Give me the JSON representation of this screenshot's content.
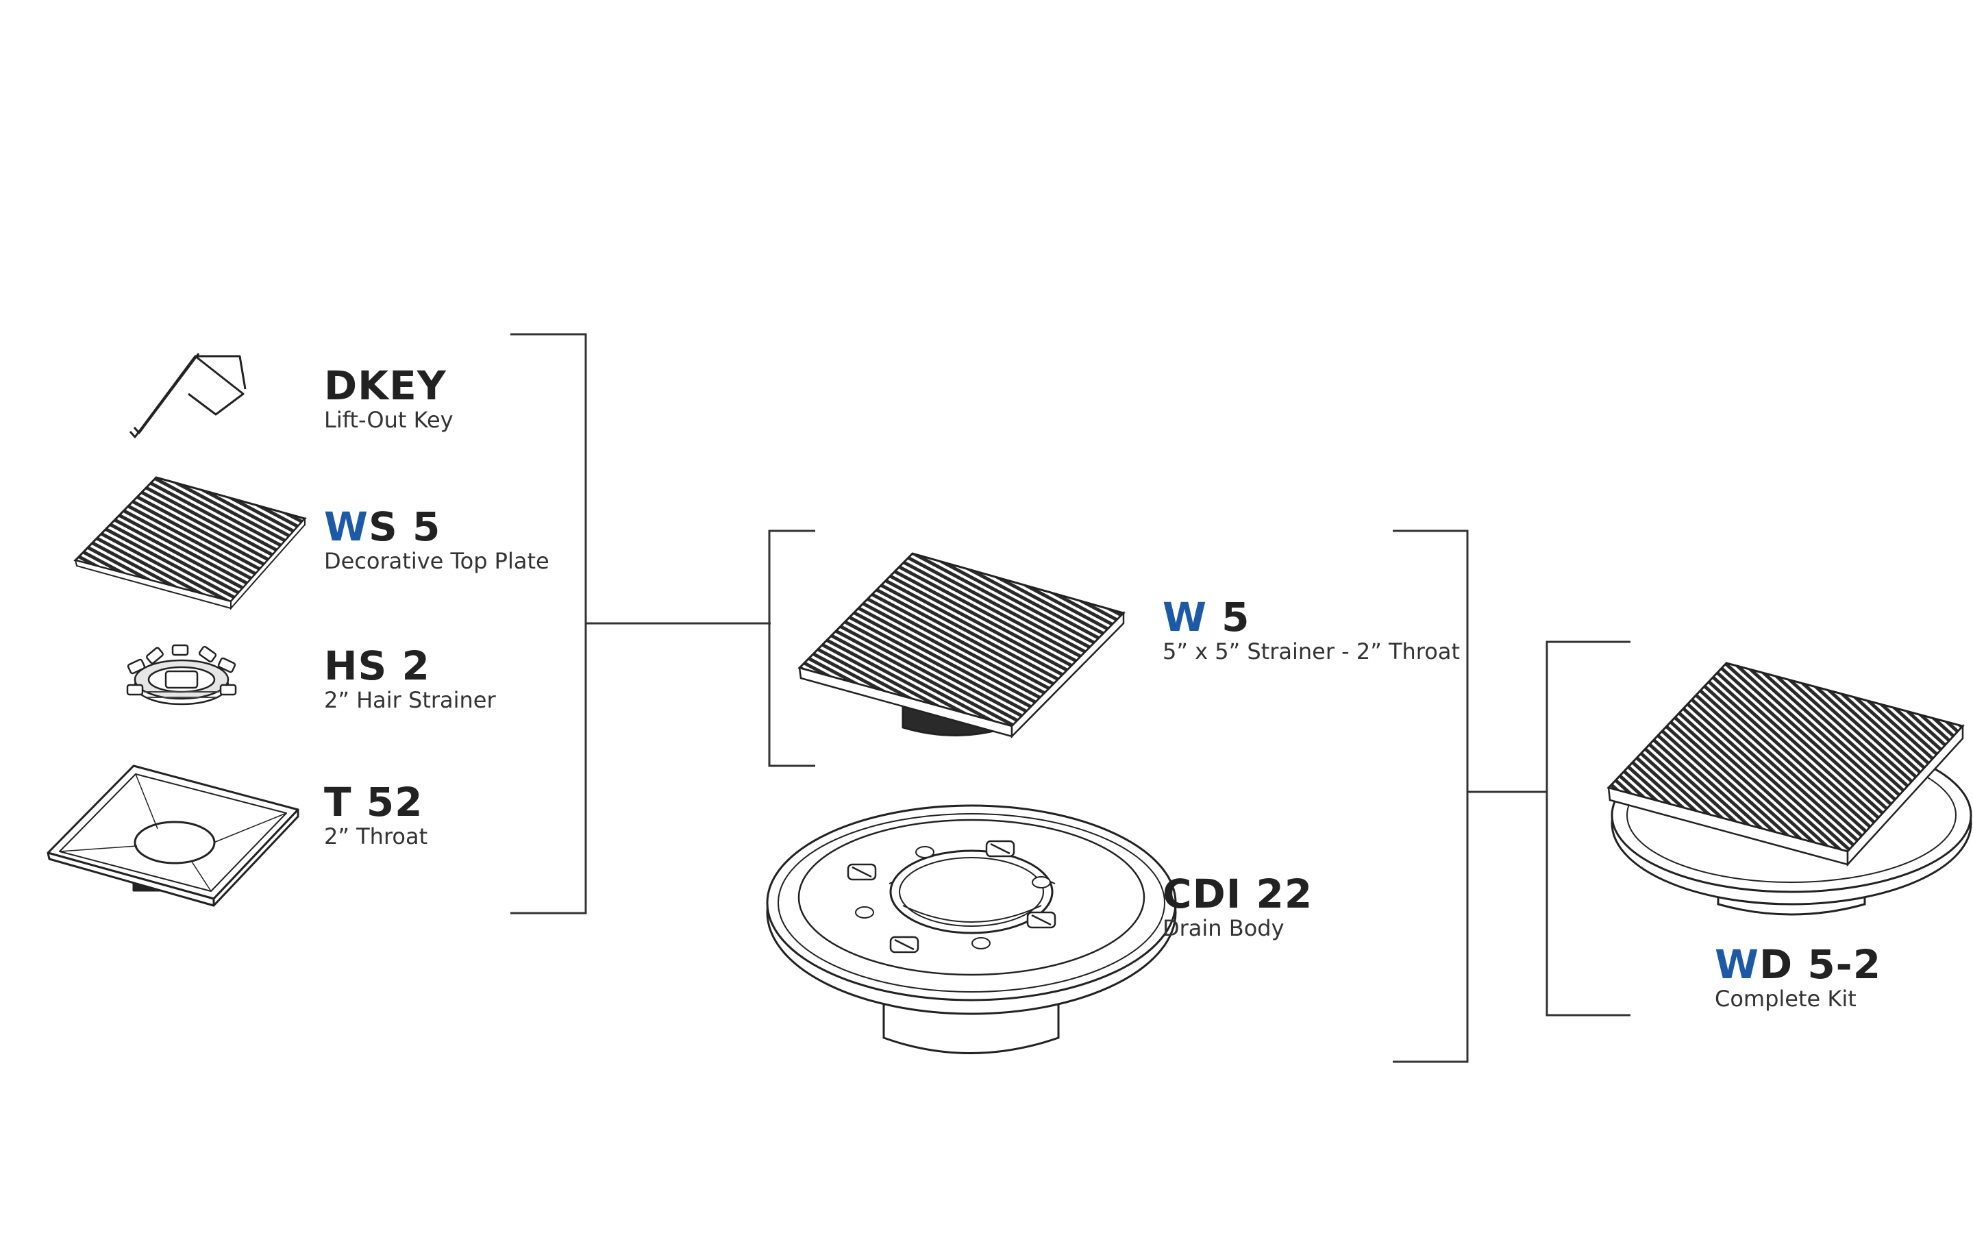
{
  "colors": {
    "accent": "#1c5aa8",
    "text": "#222222",
    "line": "#333333",
    "grille": "#2a2a2a"
  },
  "parts": {
    "dkey": {
      "code": "DKEY",
      "description": "Lift-Out Key",
      "icon": "lift-out-key-icon"
    },
    "ws5": {
      "code_hl": "W",
      "code_rest": "S 5",
      "description": "Decorative Top Plate",
      "icon": "top-plate-icon"
    },
    "hs2": {
      "code": "HS 2",
      "description": "2” Hair Strainer",
      "icon": "hair-strainer-icon"
    },
    "t52": {
      "code": "T 52",
      "description": "2” Throat",
      "icon": "throat-icon"
    },
    "w5": {
      "code_hl": "W",
      "code_rest": " 5",
      "description": "5” x 5” Strainer - 2” Throat",
      "icon": "strainer-assembly-icon"
    },
    "cdi22": {
      "code": "CDI 22",
      "description": "Drain Body",
      "icon": "drain-body-icon"
    },
    "wd52": {
      "code_hl": "W",
      "code_rest": "D 5-2",
      "description": "Complete Kit",
      "icon": "complete-kit-icon"
    }
  }
}
